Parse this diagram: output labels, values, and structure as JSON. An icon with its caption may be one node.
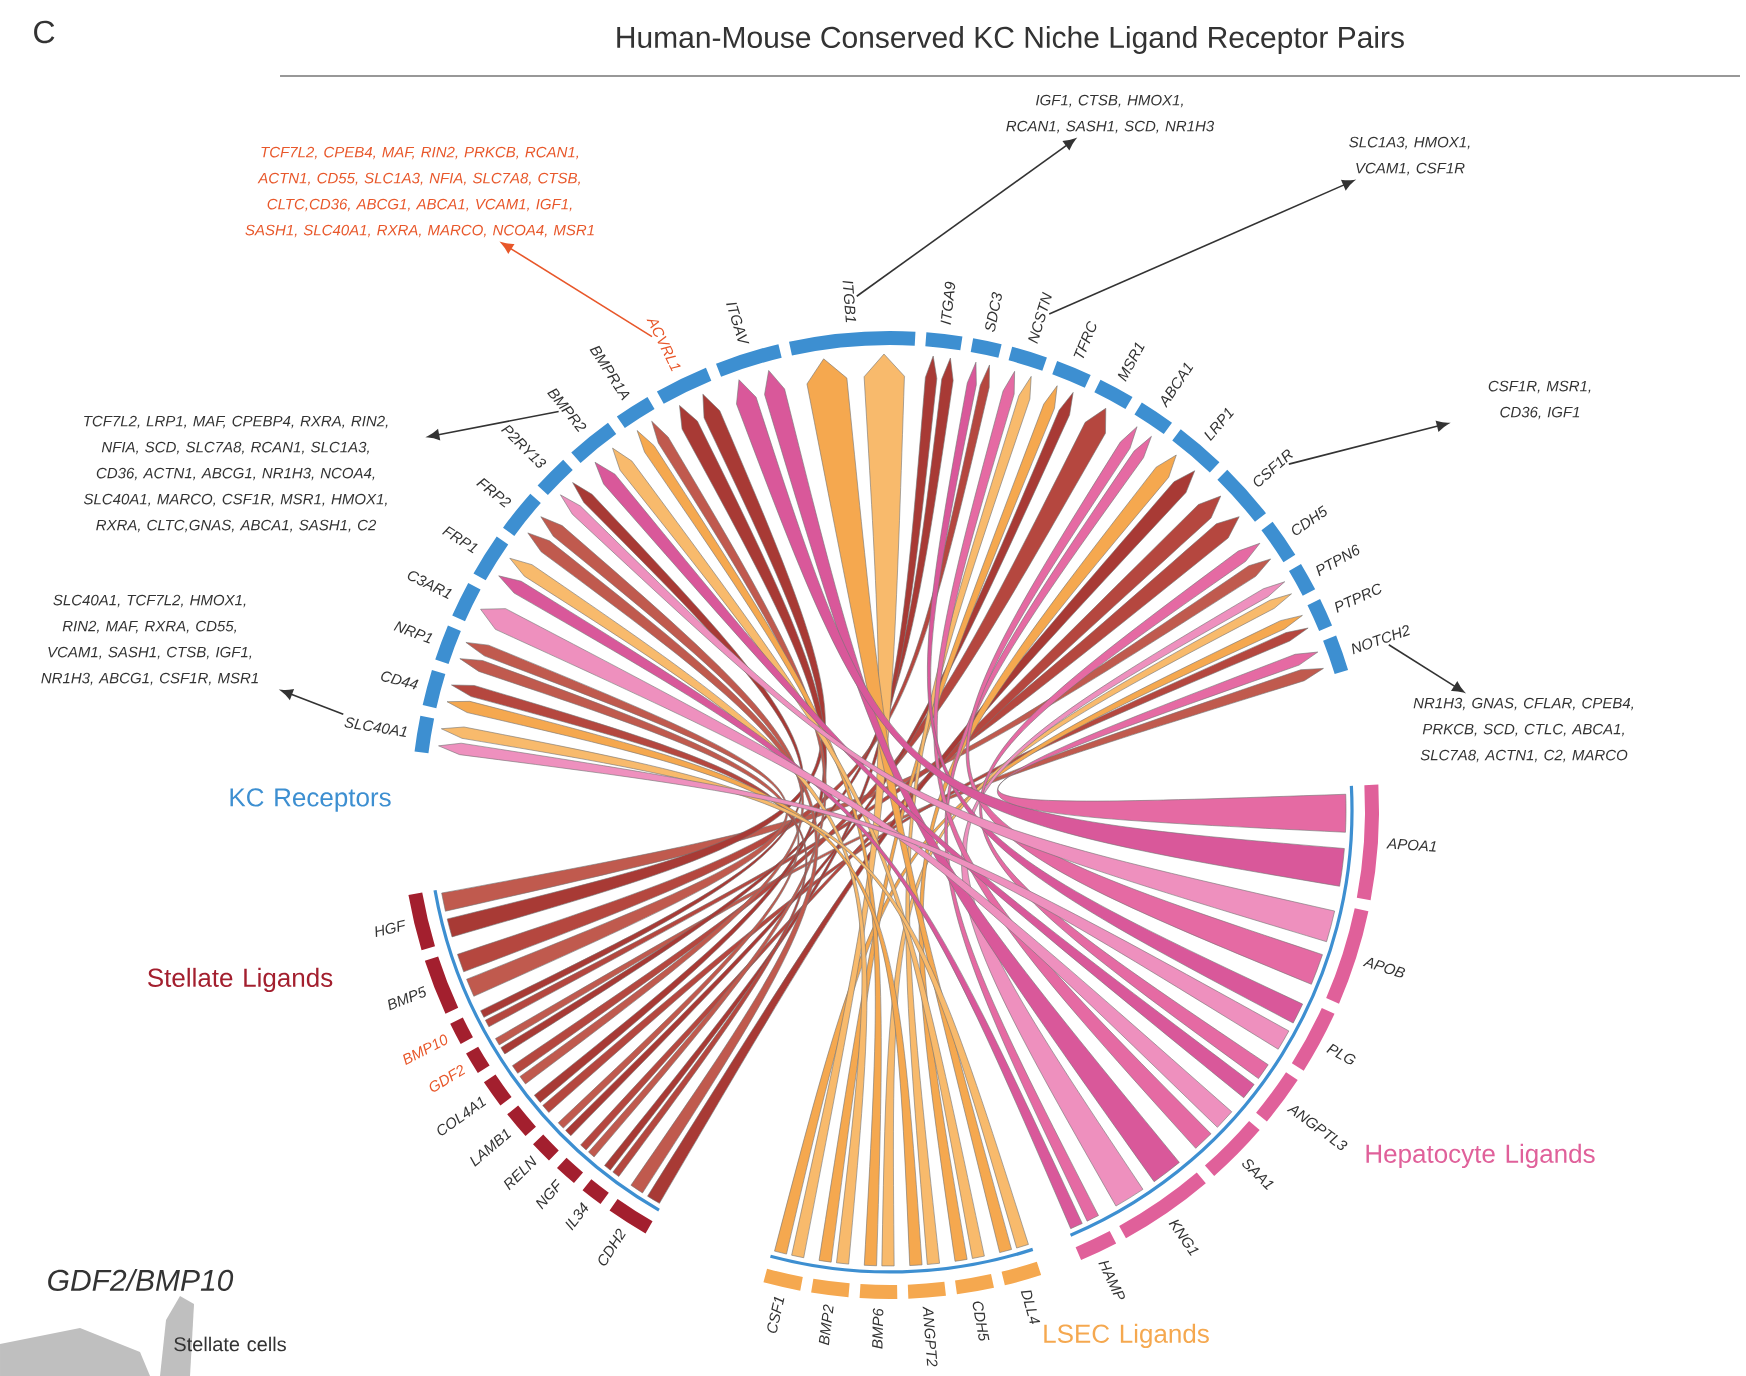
{
  "diagram": {
    "title": "Human-Mouse Conserved KC Niche Ligand Receptor Pairs",
    "nodes": [
      {
        "text": [
          "TCF7L2, CPEB4, MAF, RIN2, PRKCB, RCAN1, ACTN1, CD55, SLC1A3, NFIA, SLC7A8, CTSB, CLTC,CD36, ABCG1, ABCA1, VCAM1, IGF1, SASH1, SLC40A1, RXRA, MARCO, NCOA4, MSR1"
        ]
      },
      {
        "text": [
          "ACVRL1"
        ]
      },
      {
        "text": [
          "TCF7L2, LRP1, MAF, CPEBP4, RXRA, RIN2, NFIA, SCD, SLC7A8, RCAN1, SLC1A3, CD36, ACTN1, ABCG1, NR1H3, NCOA4, SLC40A1, MARCO, CSF1R, MSR1, HMOX1, RXRA, CLTC,GNAS, ABCA1, SASH1, C2"
        ]
      },
      {
        "text": [
          "BMPR2"
        ]
      },
      {
        "text": [
          "SLC40A1, TCF7L2, HMOX1, RIN2, MAF, RXRA, CD55, VCAM1, SASH1, CTSB, IGF1, NR1H3, ABCG1, CSF1R, MSR1"
        ]
      },
      {
        "text": [
          "SLC40A1"
        ]
      },
      {
        "text": [
          "IGF1, CTSB, HMOX1, RCAN1, SASH1, SCD, NR1H3"
        ]
      },
      {
        "text": [
          "ITGB1"
        ]
      },
      {
        "text": [
          "SLC1A3, HMOX1, VCAM1, CSF1R"
        ]
      },
      {
        "text": [
          "NCSTN"
        ]
      },
      {
        "text": [
          "CSF1R, MSR1, CD36, IGF1"
        ]
      },
      {
        "text": [
          "CSF1R"
        ]
      },
      {
        "text": [
          "NR1H3, GNAS, CFLAR, CPEB4, PRKCB, SCD, CTLC, ABCA1, SLC7A8, ACTN1, C2, MARCO"
        ]
      },
      {
        "text": [
          "NOTCH2"
        ]
      }
    ],
    "edges": [
      {
        "from": 1,
        "to": 0,
        "arrow": "to",
        "color": "#e8572a"
      },
      {
        "from": 3,
        "to": 2,
        "arrow": "to"
      },
      {
        "from": 5,
        "to": 4,
        "arrow": "to"
      },
      {
        "from": 7,
        "to": 6,
        "arrow": "to"
      },
      {
        "from": 9,
        "to": 8,
        "arrow": "to"
      },
      {
        "from": 11,
        "to": 10,
        "arrow": "to"
      },
      {
        "from": 13,
        "to": 12,
        "arrow": "to"
      }
    ],
    "labels": [
      "C",
      "KC Receptors",
      "CD44",
      "NRP1",
      "C3AR1",
      "FRP1",
      "FRP2",
      "P2RY13",
      "BMPR1A",
      "ITGAV",
      "ITGA9",
      "SDC3",
      "TFRC",
      "MSR1",
      "ABCA1",
      "LRP1",
      "CDH5",
      "PTPN6",
      "PTPRC",
      "Stellate Ligands",
      "HGF",
      "BMP5",
      "BMP10",
      "GDF2",
      "COL4A1",
      "LAMB1",
      "RELN",
      "NGF",
      "IL34",
      "CDH2",
      "APOA1",
      "APOB",
      "PLG",
      "ANGPTL3",
      "SAA1",
      "KNG1",
      "HAMP",
      "Hepatocyte Ligands",
      "CSF1",
      "BMP2",
      "BMP6",
      "ANGPT2",
      "CDH5",
      "DLL4",
      "LSEC Ligands",
      "GDF2/BMP10",
      "Stellate cells"
    ]
  }
}
